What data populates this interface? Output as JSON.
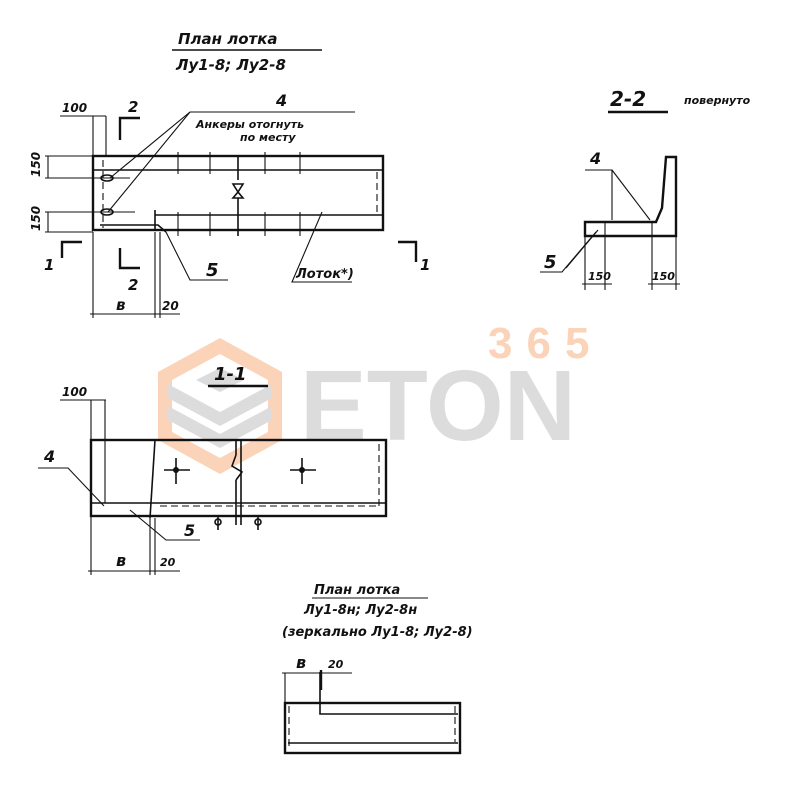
{
  "drawing": {
    "plan_top": {
      "title": "План лотка",
      "subtitle": "Лу1-8; Лу2-8",
      "dim_100": "100",
      "dim_150_top": "150",
      "dim_150_bottom": "150",
      "dim_b": "в",
      "dim_20": "20",
      "section_2_top": "2",
      "section_2_bottom": "2",
      "section_1_left": "1",
      "section_1_right": "1",
      "callout_4": "4",
      "callout_4_note_line1": "Анкеры отогнуть",
      "callout_4_note_line2": "по месту",
      "callout_5": "5",
      "callout_tray": "Лоток*)"
    },
    "section_2_2": {
      "title": "2-2",
      "note": "повернуто",
      "callout_4": "4",
      "callout_5": "5",
      "dim_150_left": "150",
      "dim_150_right": "150"
    },
    "section_1_1": {
      "title": "1-1",
      "dim_100": "100",
      "callout_4": "4",
      "callout_5": "5",
      "dim_b": "в",
      "dim_20": "20"
    },
    "plan_mirror": {
      "title": "План лотка",
      "subtitle": "Лу1-8н; Лу2-8н",
      "note": "(зеркально Лу1-8; Лу2-8)",
      "dim_b": "в",
      "dim_20": "20"
    }
  },
  "watermark": {
    "brand": "ETON",
    "number": "365",
    "colors": {
      "gray": "#dcdcdc",
      "orange": "#fbd3b8"
    }
  }
}
